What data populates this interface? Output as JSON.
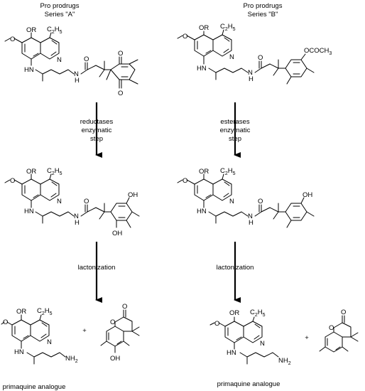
{
  "series_a": {
    "title_line1": "Pro prodrugs",
    "title_line2": "Series \"A\"",
    "step1_line1": "reductases",
    "step1_line2": "enzymatic",
    "step1_line3": "step",
    "step2": "lactonization",
    "product_caption": "primaquine analogue",
    "plus": "+"
  },
  "series_b": {
    "title_line1": "Pro prodrugs",
    "title_line2": "Series \"B\"",
    "step1_line1": "esterases",
    "step1_line2": "enzymatic",
    "step1_line3": "step",
    "step2": "lactonization",
    "product_caption": "primaquine analogue",
    "plus": "+"
  },
  "atoms": {
    "or": "OR",
    "ethyl": "C",
    "ethyl_h": "H",
    "sub2": "2",
    "sub5": "5",
    "n": "N",
    "hn": "HN",
    "h": "H",
    "o": "O",
    "oh": "OH",
    "nh2": "NH",
    "acetoxy": "OCOCH",
    "sub3": "3"
  }
}
